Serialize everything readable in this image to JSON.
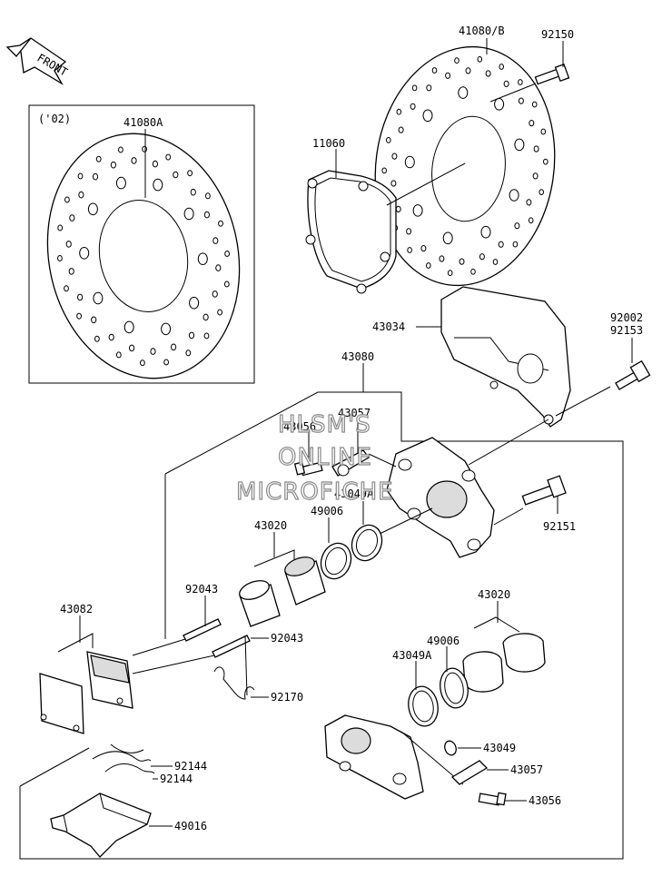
{
  "front_badge": "FRONT",
  "variant_note": "('02)",
  "watermark": [
    "HLSM'S",
    "ONLINE",
    "MICROFICHE"
  ],
  "parts": {
    "p41080A": "41080A",
    "p41080B": "41080/B",
    "p92150": "92150",
    "p11060": "11060",
    "p43034": "43034",
    "p92002": "92002",
    "p92153": "92153",
    "p43080": "43080",
    "p43057a": "43057",
    "p43056a": "43056",
    "p43049Aa": "43049A",
    "p49006a": "49006",
    "p43020a": "43020",
    "p92151": "92151",
    "p92043a": "92043",
    "p92043b": "92043",
    "p43082": "43082",
    "p92170": "92170",
    "p43020b": "43020",
    "p49006b": "49006",
    "p43049Ab": "43049A",
    "p43049": "43049",
    "p43057b": "43057",
    "p43056b": "43056",
    "p92144a": "92144",
    "p92144b": "92144",
    "p49016": "49016"
  }
}
